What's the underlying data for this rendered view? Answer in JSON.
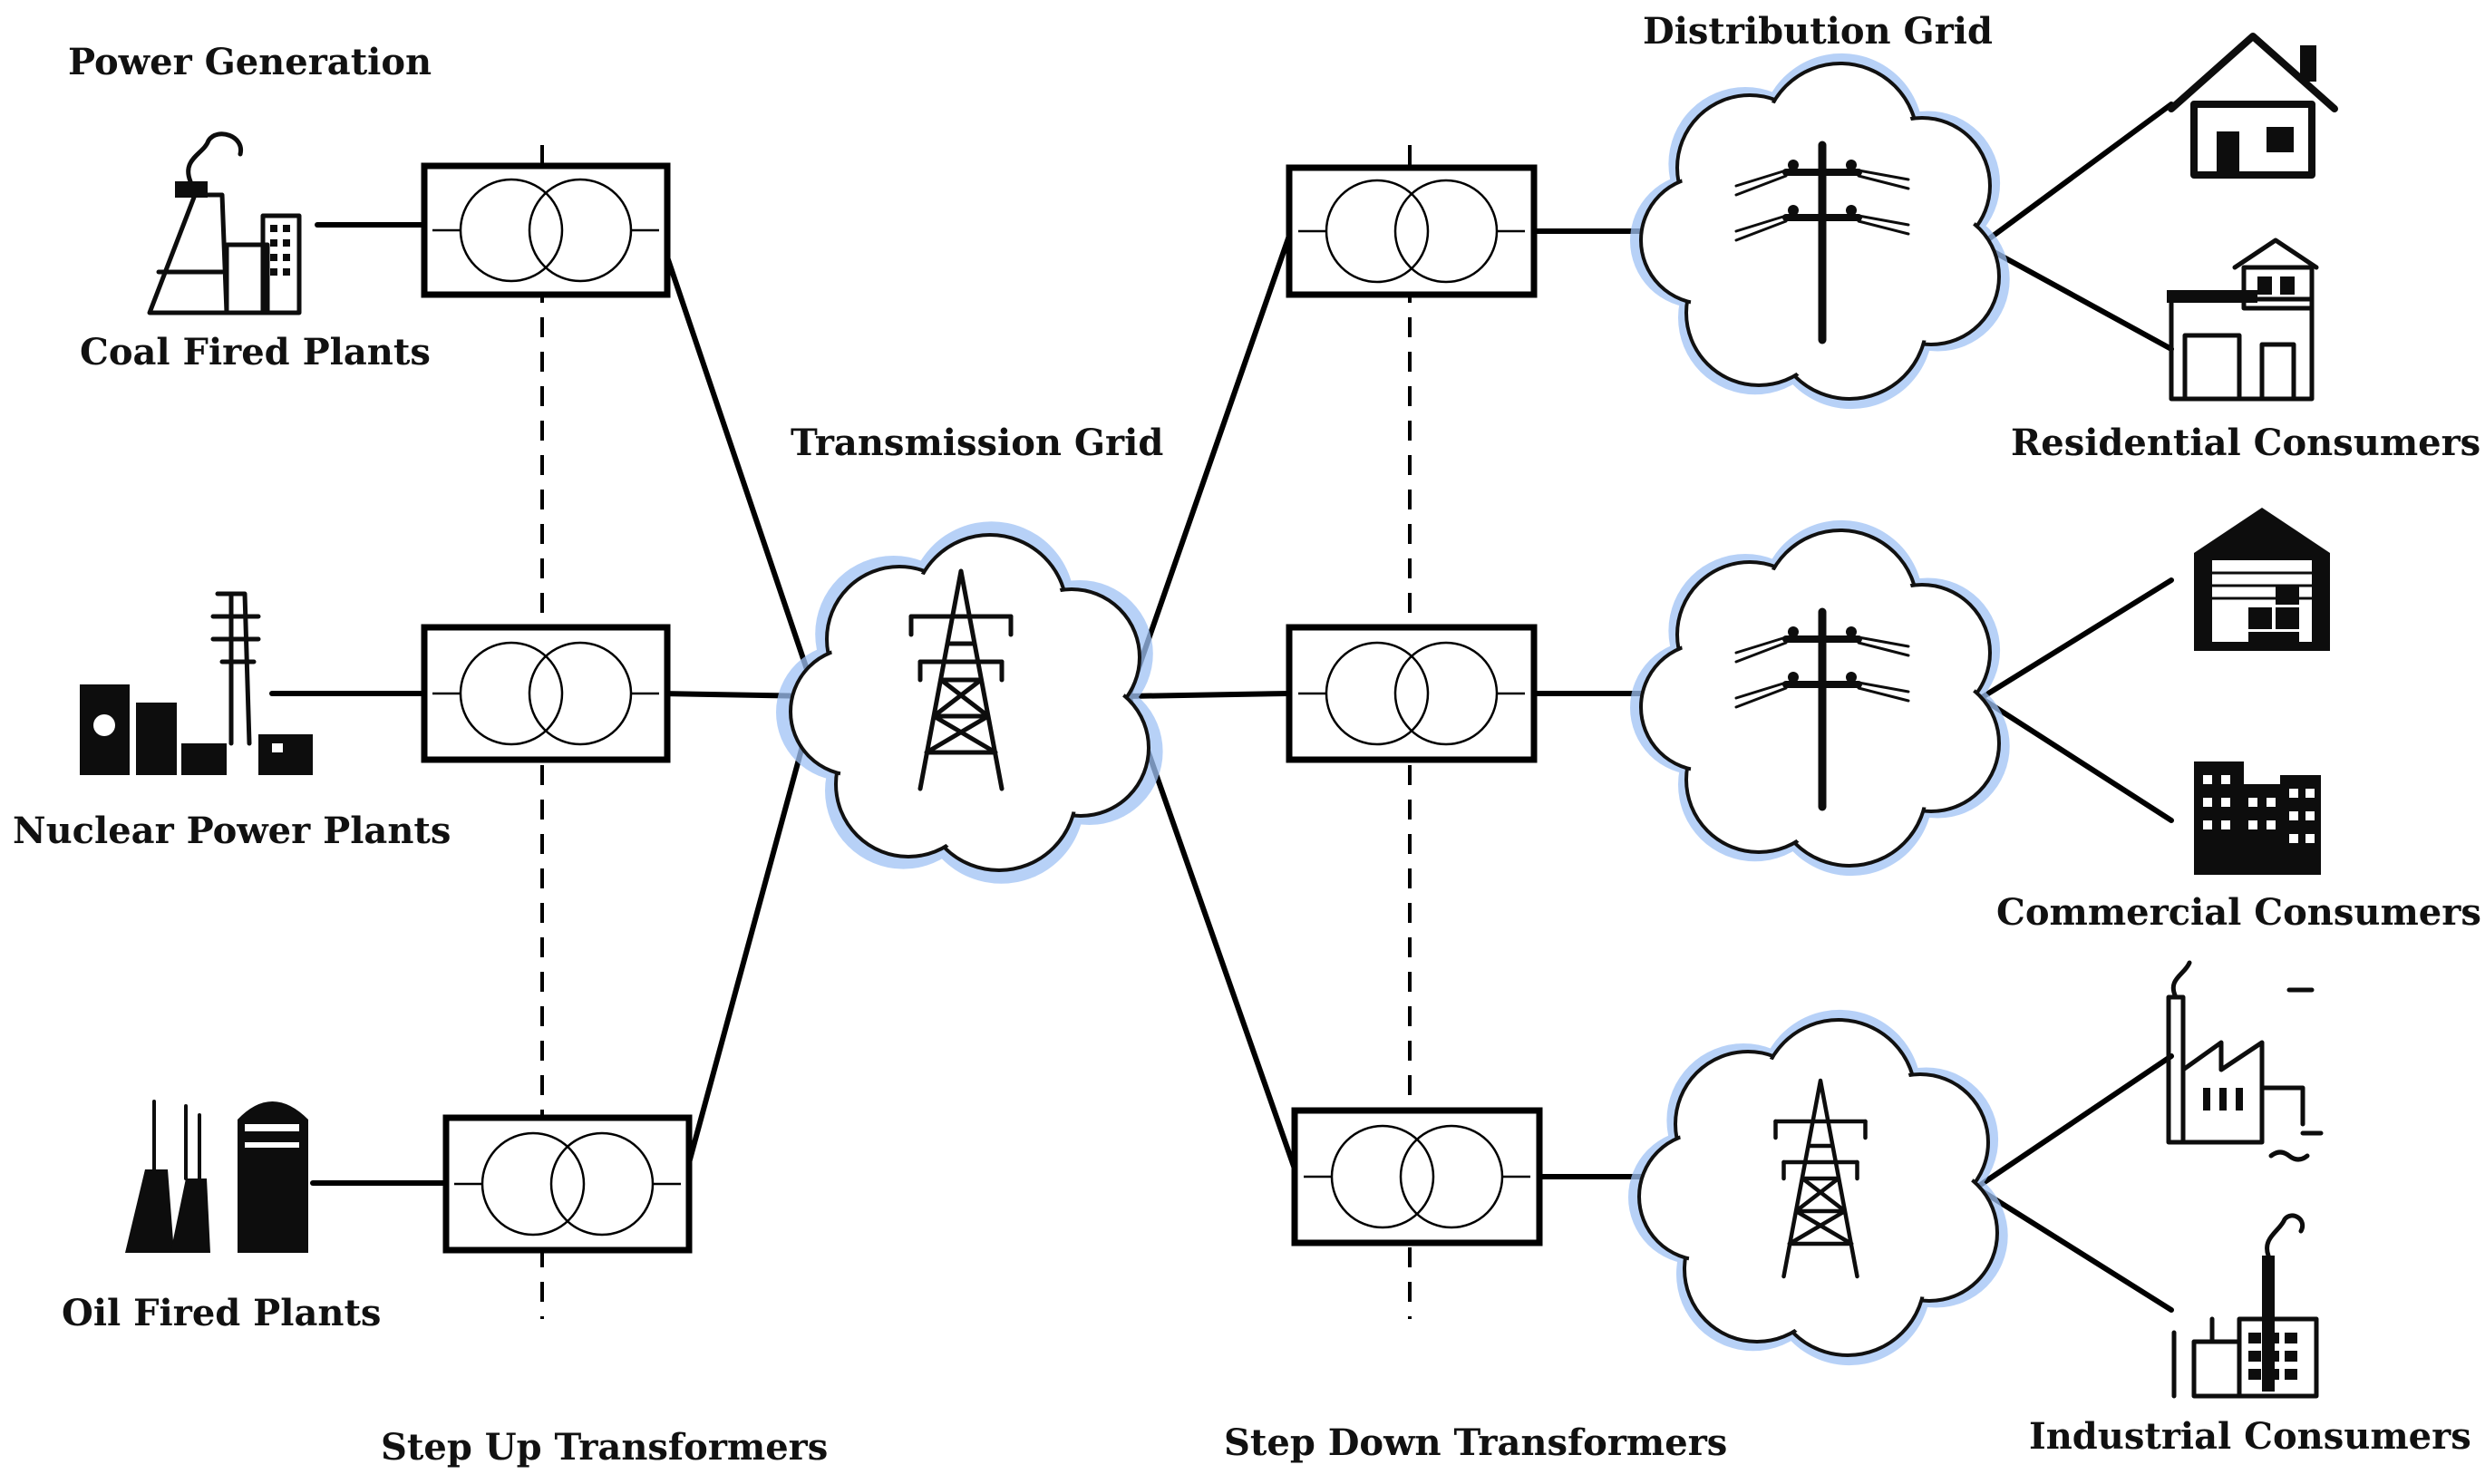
{
  "labels": {
    "power_generation": "Power Generation",
    "coal_fired_plants": "Coal Fired Plants",
    "nuclear_power_plants": "Nuclear Power Plants",
    "oil_fired_plants": "Oil Fired Plants",
    "step_up_transformers": "Step Up Transformers",
    "transmission_grid": "Transmission Grid",
    "step_down_transformers": "Step Down Transformers",
    "distribution_grid": "Distribution Grid",
    "residential_consumers": "Residential Consumers",
    "commercial_consumers": "Commercial Consumers",
    "industrial_consumers": "Industrial Consumers"
  },
  "icons": {
    "coal_plant": "coal-plant-icon",
    "nuclear_plant": "nuclear-plant-icon",
    "oil_plant": "oil-plant-icon",
    "transmission_tower": "transmission-tower-icon",
    "utility_pole": "utility-pole-icon",
    "house": "house-icon",
    "townhouse": "townhouse-icon",
    "warehouse": "warehouse-icon",
    "office_buildings": "office-buildings-icon",
    "factory": "factory-icon",
    "industrial_plant": "industrial-plant-icon"
  },
  "colors": {
    "cloud_glow": "#9fc2f5",
    "line": "#000000",
    "text": "#111111"
  }
}
